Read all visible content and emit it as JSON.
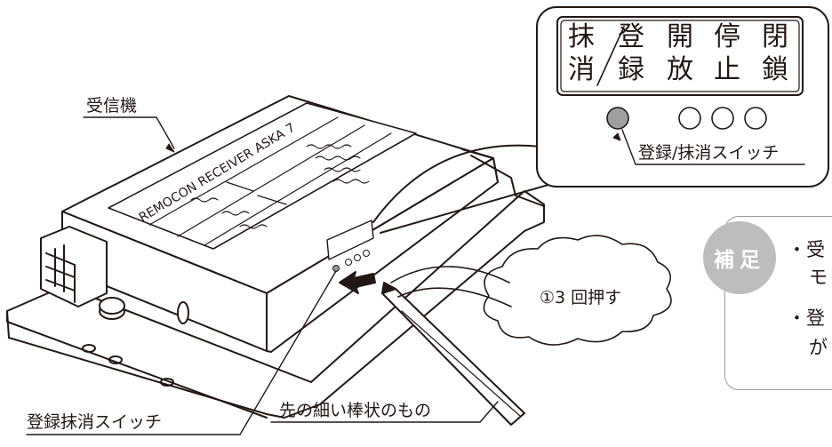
{
  "labels": {
    "receiver": "受信機",
    "switch": "登録抹消スイッチ",
    "stick": "先の細い棒状のもの",
    "callout_step": "①3 回押す",
    "device_text": "REMOCON RECEIVER ASKA 7"
  },
  "panel": {
    "cells": [
      {
        "top": "抹",
        "bottom": "消"
      },
      {
        "top": "登",
        "bottom": "録"
      },
      {
        "top": "開",
        "bottom": "放"
      },
      {
        "top": "停",
        "bottom": "止"
      },
      {
        "top": "閉",
        "bottom": "鎖"
      }
    ],
    "switch_label": "登録/抹消スイッチ"
  },
  "supplement": {
    "badge": "補足",
    "lines": [
      "・受",
      "モ",
      "・登",
      "が"
    ]
  }
}
